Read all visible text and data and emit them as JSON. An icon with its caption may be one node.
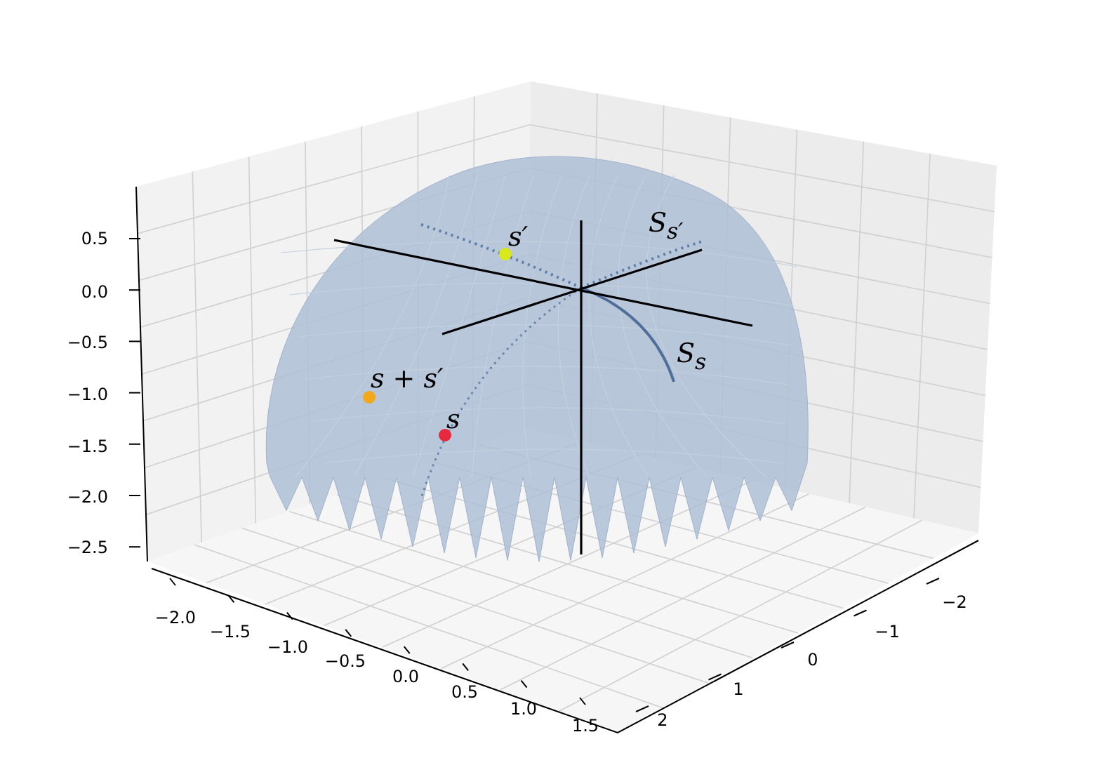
{
  "diagram": {
    "labels": [
      "s′",
      "S$_{s′}$",
      "S$_{s}$",
      "s + s′",
      "s",
      "0.5",
      "0.0",
      "−0.5",
      "−1.0",
      "−1.5",
      "−2.0",
      "−2.5",
      "−2.0",
      "−1.5",
      "−1.0",
      "−0.5",
      "0.0",
      "0.5",
      "1.0",
      "1.5",
      "−2",
      "−1",
      "0",
      "1",
      "2"
    ]
  }
}
